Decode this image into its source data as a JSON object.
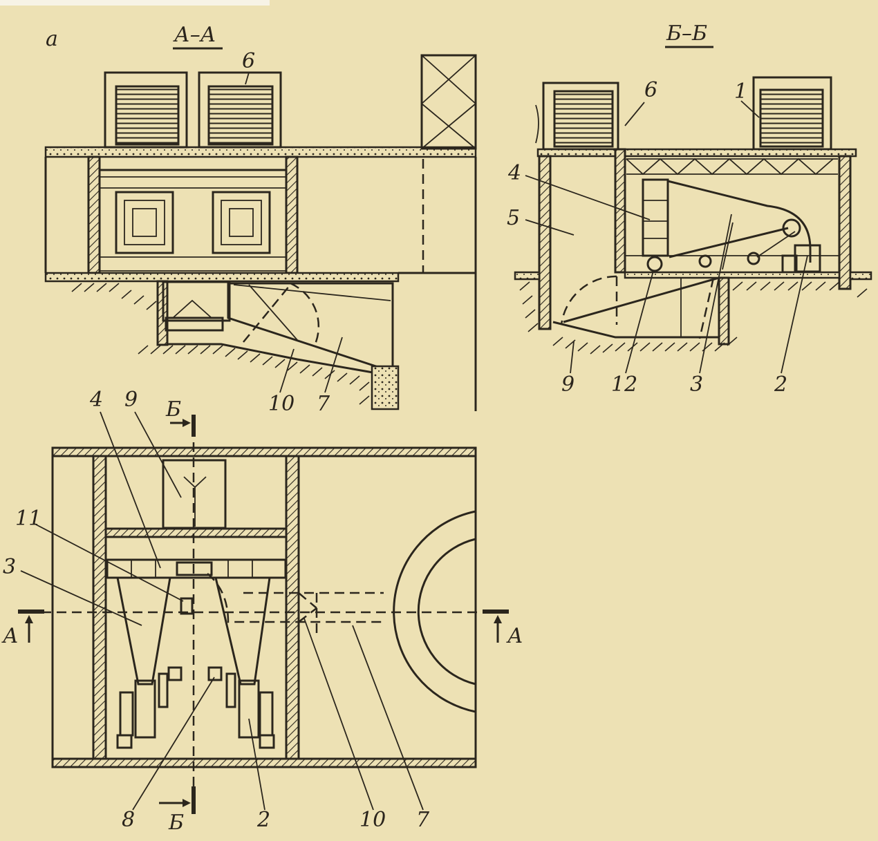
{
  "figure": {
    "panel_letter": "а",
    "sections": {
      "aa_title": "А–А",
      "bb_title": "Б–Б"
    },
    "cut_marks": {
      "a_left": "А",
      "a_right": "А",
      "b_top": "Б",
      "b_bottom": "Б"
    },
    "labels_section_aa": [
      "6",
      "10",
      "7"
    ],
    "labels_section_bb": [
      "6",
      "1",
      "4",
      "5",
      "9",
      "12",
      "3",
      "2"
    ],
    "labels_plan": [
      "4",
      "9",
      "11",
      "3",
      "8",
      "2",
      "10",
      "7"
    ]
  }
}
